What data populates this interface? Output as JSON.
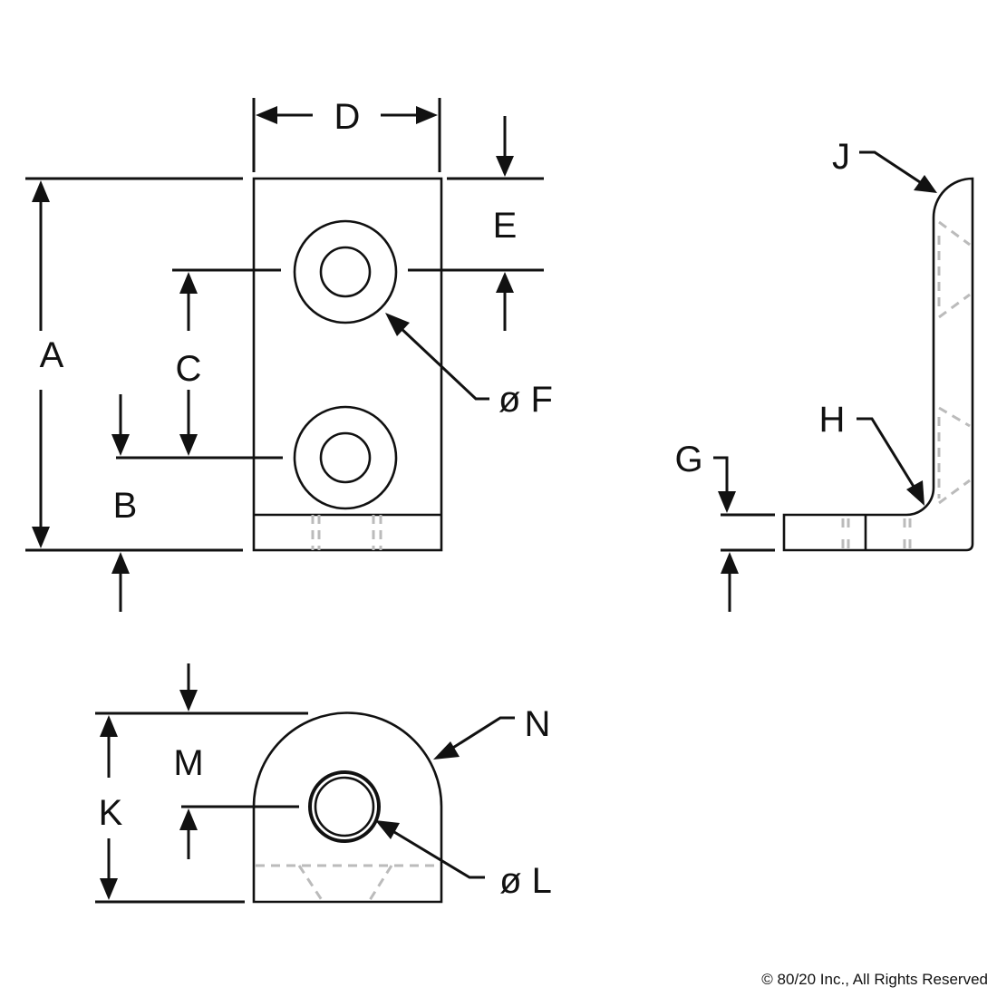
{
  "labels": {
    "A": "A",
    "B": "B",
    "C": "C",
    "D": "D",
    "E": "E",
    "F": "ø F",
    "G": "G",
    "H": "H",
    "J": "J",
    "K": "K",
    "L": "ø L",
    "M": "M",
    "N": "N"
  },
  "copyright": "© 80/20 Inc., All Rights Reserved",
  "colors": {
    "line": "#111111",
    "hidden": "#bbbbbb",
    "background": "#ffffff"
  }
}
